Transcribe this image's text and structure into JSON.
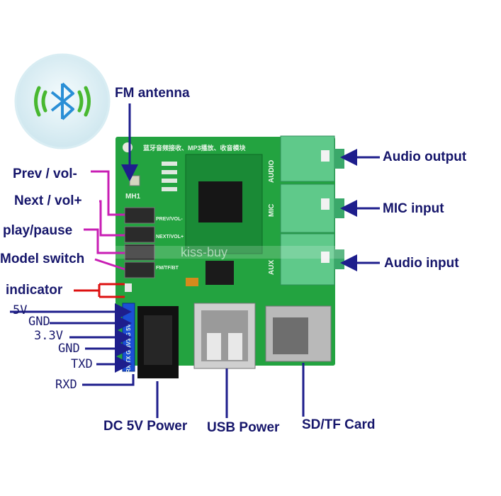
{
  "labels": {
    "fm_antenna": "FM antenna",
    "prev_vol": "Prev / vol-",
    "next_vol": "Next / vol+",
    "play_pause": "play/pause",
    "model_switch": "Model switch",
    "indicator": "indicator",
    "audio_output": "Audio output",
    "mic_input": "MIC input",
    "audio_input": "Audio input",
    "dc_power": "DC 5V Power",
    "usb_power": "USB Power",
    "sd_card": "SD/TF Card"
  },
  "pins": [
    "5V",
    "GND",
    "3.3V",
    "GND",
    "TXD",
    "RXD"
  ],
  "board": {
    "title": "蓝牙音频接收、MP3播放、收音模块",
    "mh1": "MH1",
    "audio": "AUDIO",
    "mic": "MIC",
    "aux": "AUX",
    "prev_silk": "PREV/VOL-",
    "next_silk": "NEXT/VOL+",
    "fm_silk": "FM/TF/BT",
    "header_silk": "RX TX G 3V3 G 5V",
    "watermark": "kiss-buy"
  },
  "colors": {
    "pcb": "#23a340",
    "arrow": "#1e1e8c",
    "magenta": "#c81eb4",
    "red": "#dd1111",
    "jack": "#5fc98a"
  },
  "icons": [
    "bluetooth-icon"
  ]
}
